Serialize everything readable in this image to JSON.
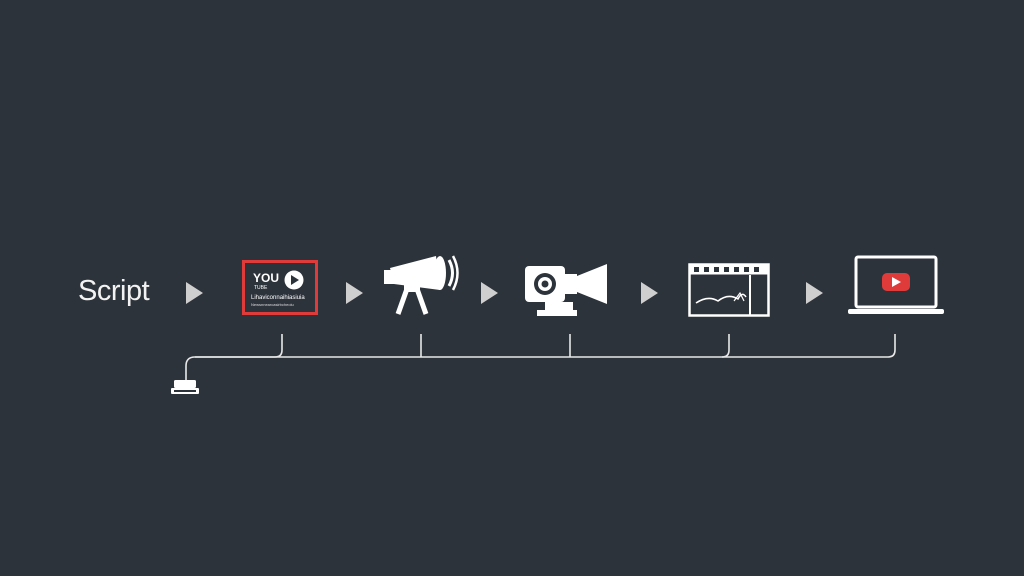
{
  "start_label": "Script",
  "thumbnail": {
    "brand_text": "YOU",
    "sub_text": "TUBE",
    "caption_line_1": "Lihaviconnaihiasiuia",
    "caption_line_2": "Newsnnearcasirbcheoiu",
    "icon": "video-thumbnail-icon"
  },
  "stages": [
    {
      "icon": "video-thumbnail-icon"
    },
    {
      "icon": "telescope-megaphone-icon"
    },
    {
      "icon": "video-camera-icon"
    },
    {
      "icon": "film-strip-icon"
    },
    {
      "icon": "laptop-youtube-icon"
    }
  ],
  "colors": {
    "background": "#2d333b",
    "accent": "#e03b3b",
    "line": "#e8e8e8",
    "arrow": "#cfcfcf"
  }
}
